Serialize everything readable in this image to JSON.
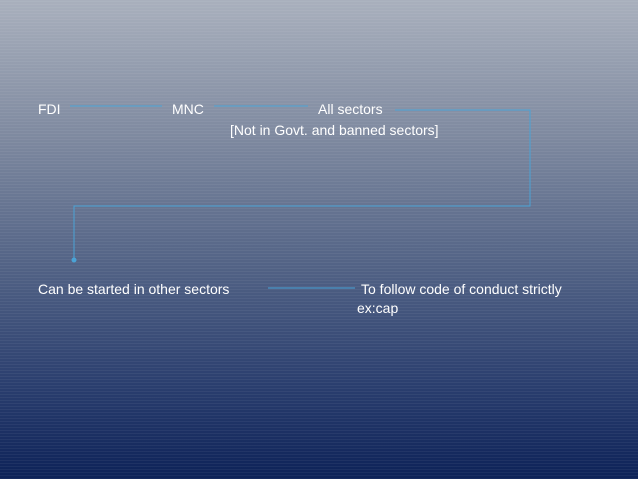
{
  "nodes": {
    "fdi": "FDI",
    "mnc": "MNC",
    "all_sectors": "All sectors",
    "exclusion": "[Not in Govt. and banned sectors]",
    "other_sectors": "Can be started in other sectors",
    "code_of_conduct": "To follow code of conduct strictly",
    "example": "ex:cap"
  },
  "colors": {
    "text": "#ffffff",
    "connector": "#4aa3d6"
  }
}
